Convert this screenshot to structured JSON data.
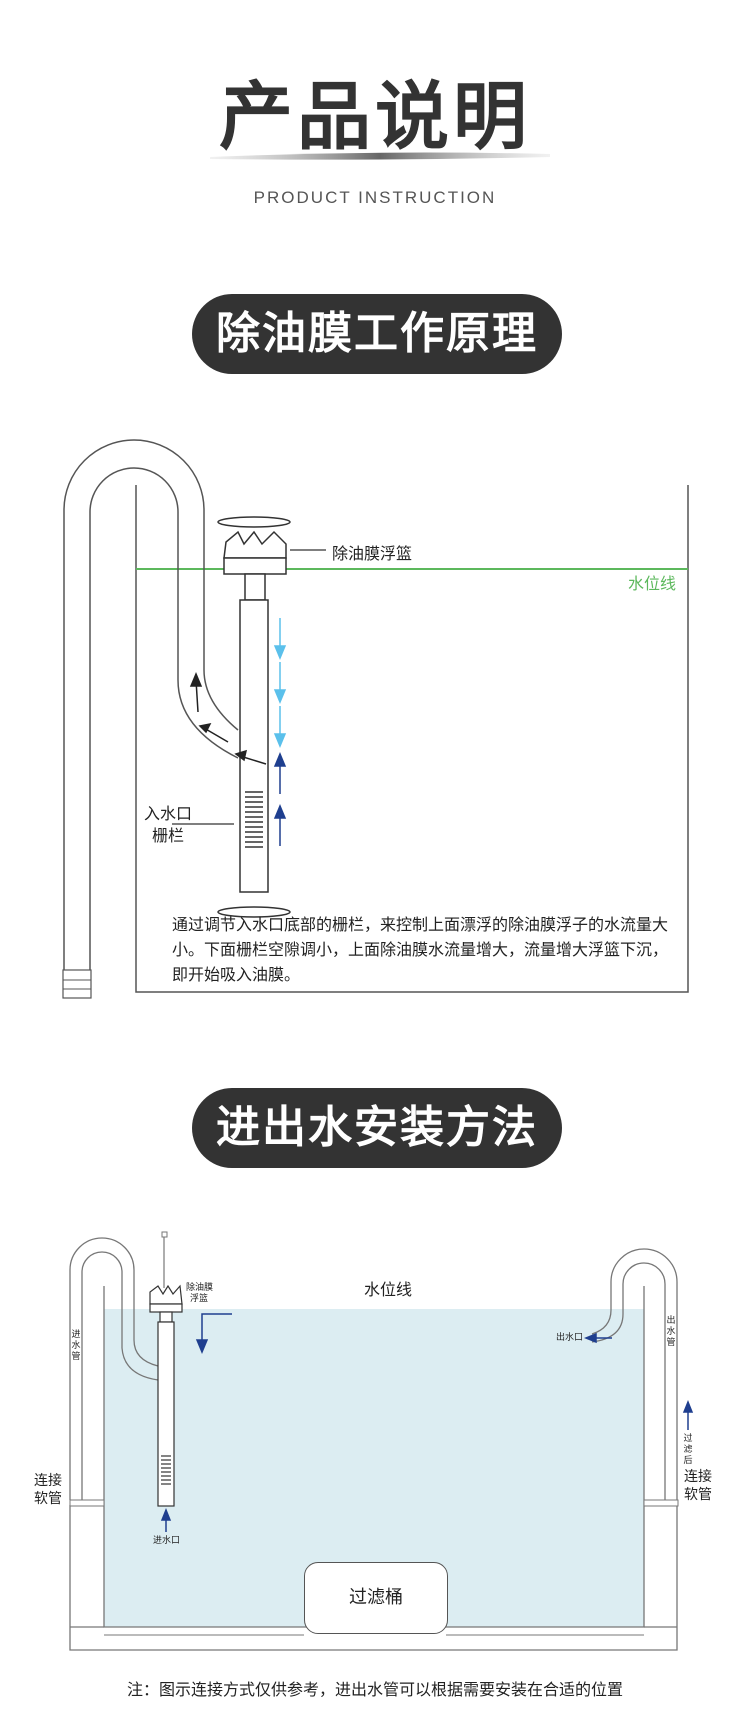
{
  "header": {
    "title": "产品说明",
    "subtitle": "PRODUCT INSTRUCTION"
  },
  "section1": {
    "heading": "除油膜工作原理",
    "labels": {
      "float_basket": "除油膜浮篮",
      "water_line": "水位线",
      "inlet_grille_line1": "入水口",
      "inlet_grille_line2": "栅栏"
    },
    "description": "通过调节入水口底部的栅栏，来控制上面漂浮的除油膜浮子的水流量大小。下面栅栏空隙调小，上面除油膜水流量增大，流量增大浮篮下沉，即开始吸入油膜。"
  },
  "section2": {
    "heading": "进出水安装方法",
    "labels": {
      "water_line": "水位线",
      "float_basket_line1": "除油膜",
      "float_basket_line2": "浮篮",
      "inlet_pipe": "进水管",
      "inlet": "进水口",
      "outlet": "出水口",
      "outlet_pipe": "出水管",
      "after_filter": "过滤后",
      "connect_hose_left_1": "连接",
      "connect_hose_left_2": "软管",
      "connect_hose_right_1": "连接",
      "connect_hose_right_2": "软管",
      "filter_bucket": "过滤桶"
    },
    "note": "注：图示连接方式仅供参考，进出水管可以根据需要安装在合适的位置"
  },
  "colors": {
    "water_line_green": "#5cb85c",
    "arrow_light_blue": "#5bc0eb",
    "arrow_dark_blue": "#1f3f8f",
    "water_fill": "#dcedf2",
    "pill_bg": "#333333"
  }
}
